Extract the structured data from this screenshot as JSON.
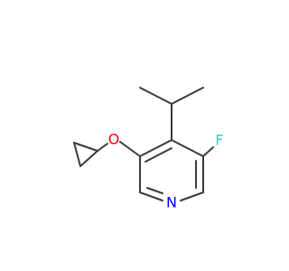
{
  "molecule": {
    "atoms": [
      {
        "symbol": "O",
        "color": "#ff0000"
      },
      {
        "symbol": "F",
        "color": "#33cccc"
      },
      {
        "symbol": "N",
        "color": "#0000ff"
      }
    ],
    "bond_color": "#3a3a3a",
    "background": "#ffffff"
  }
}
